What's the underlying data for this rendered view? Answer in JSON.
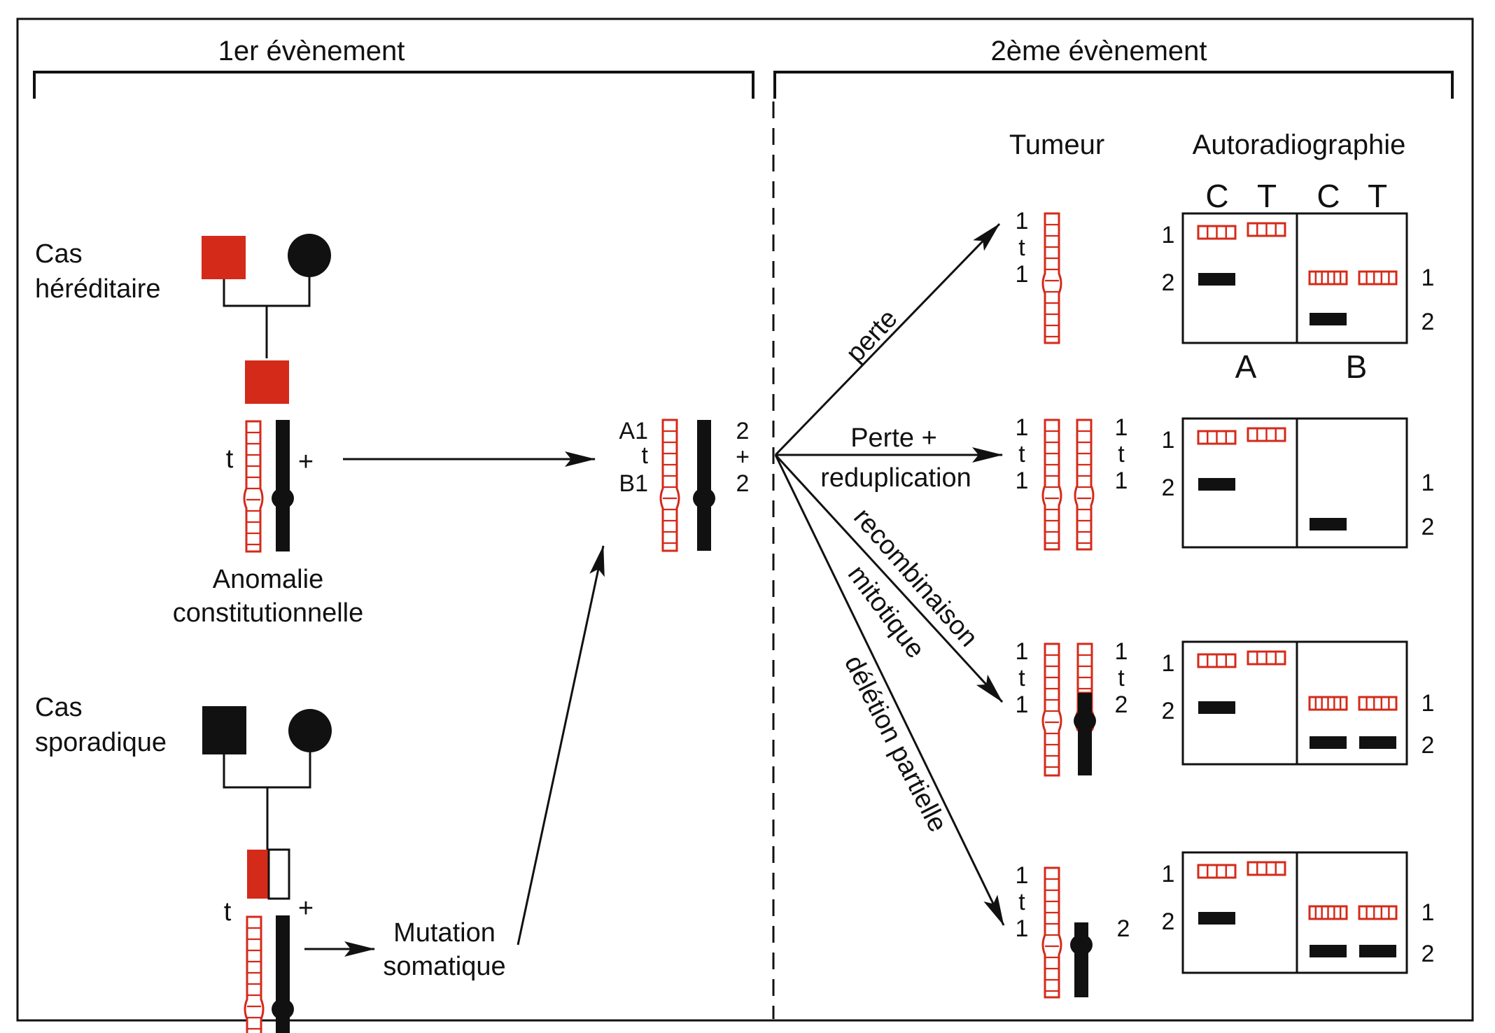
{
  "colors": {
    "red": "#d42a1a",
    "black": "#111111"
  },
  "headers": {
    "first_event": "1er évènement",
    "second_event": "2ème évènement"
  },
  "left": {
    "hereditary": {
      "label_line1": "Cas",
      "label_line2": "héréditaire",
      "allele_t": "t",
      "allele_plus": "+",
      "caption_line1": "Anomalie",
      "caption_line2": "constitutionnelle"
    },
    "sporadic": {
      "label_line1": "Cas",
      "label_line2": "sporadique",
      "allele_t": "t",
      "allele_plus": "+",
      "mutation_line1": "Mutation",
      "mutation_line2": "somatique"
    }
  },
  "center": {
    "left_labels": [
      "A1",
      "t",
      "B1"
    ],
    "right_labels": [
      "2",
      "+",
      "2"
    ]
  },
  "right": {
    "col_tumour": "Tumeur",
    "col_autoradio": "Autoradiographie",
    "lanes": [
      "C",
      "T",
      "C",
      "T"
    ],
    "panels": [
      "A",
      "B"
    ],
    "events": [
      {
        "label": "perte"
      },
      {
        "label_line1": "Perte +",
        "label_line2": "reduplication"
      },
      {
        "label_line1": "recombinaison",
        "label_line2": "mitotique"
      },
      {
        "label": "délétion partielle"
      }
    ],
    "tumour_labels": [
      {
        "left": [
          "1",
          "t",
          "1"
        ],
        "right": []
      },
      {
        "left": [
          "1",
          "t",
          "1"
        ],
        "right": [
          "1",
          "t",
          "1"
        ]
      },
      {
        "left": [
          "1",
          "t",
          "1"
        ],
        "right": [
          "1",
          "t",
          "2"
        ]
      },
      {
        "left": [
          "1",
          "t",
          "1"
        ],
        "right": [
          "2"
        ]
      }
    ],
    "blot_labels": [
      {
        "left": [
          "1",
          "2"
        ],
        "right": [
          "1",
          "2"
        ]
      },
      {
        "left": [
          "1",
          "2"
        ],
        "right": [
          "1",
          "2"
        ]
      },
      {
        "left": [
          "1",
          "2"
        ],
        "right": [
          "1",
          "2"
        ]
      },
      {
        "left": [
          "1",
          "2"
        ],
        "right": [
          "1",
          "2"
        ]
      }
    ]
  }
}
